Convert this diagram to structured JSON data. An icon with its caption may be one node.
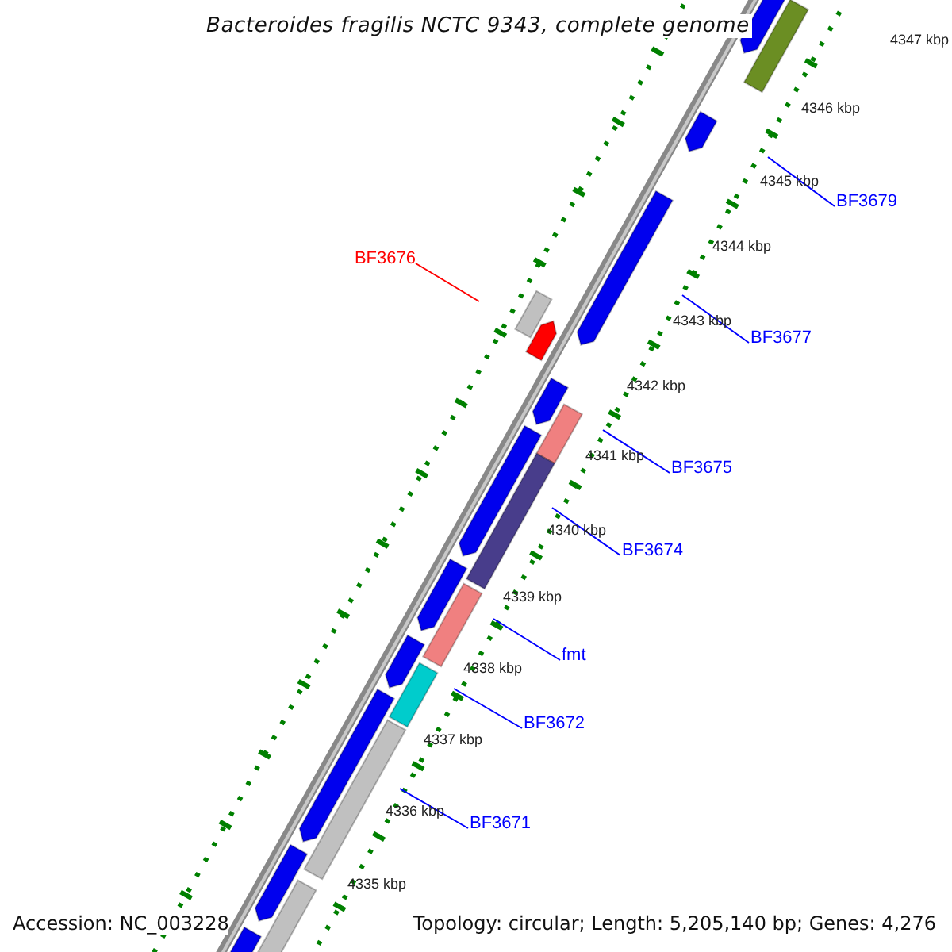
{
  "diagram": {
    "title": "Bacteroides fragilis NCTC 9343, complete genome",
    "nodes": [
      {
        "text": [
          "BF3679"
        ]
      },
      {
        "text": [
          "BF3676"
        ]
      },
      {
        "text": [
          "BF3677"
        ]
      },
      {
        "text": [
          "BF3675"
        ]
      },
      {
        "text": [
          "BF3674"
        ]
      },
      {
        "text": [
          "fmt"
        ]
      },
      {
        "text": [
          "BF3672"
        ]
      },
      {
        "text": [
          "BF3671"
        ]
      }
    ],
    "edges": [
      {
        "from": 0,
        "to": null,
        "arrow": "none"
      },
      {
        "from": 1,
        "to": null,
        "arrow": "none",
        "color": "#ff0000"
      },
      {
        "from": 2,
        "to": null,
        "arrow": "none"
      },
      {
        "from": 3,
        "to": null,
        "arrow": "none"
      },
      {
        "from": 4,
        "to": null,
        "arrow": "none"
      },
      {
        "from": 5,
        "to": null,
        "arrow": "none"
      },
      {
        "from": 6,
        "to": null,
        "arrow": "none"
      },
      {
        "from": 7,
        "to": null,
        "arrow": "none"
      }
    ],
    "labels": [
      "4347 kbp",
      "4346 kbp",
      "4345 kbp",
      "4344 kbp",
      "4343 kbp",
      "4342 kbp",
      "4341 kbp",
      "4340 kbp",
      "4339 kbp",
      "4338 kbp",
      "4337 kbp",
      "4336 kbp",
      "4335 kbp",
      "Accession: NC_003228",
      "Topology: circular; Length: 5,205,140 bp; Genes: 4,276"
    ]
  }
}
